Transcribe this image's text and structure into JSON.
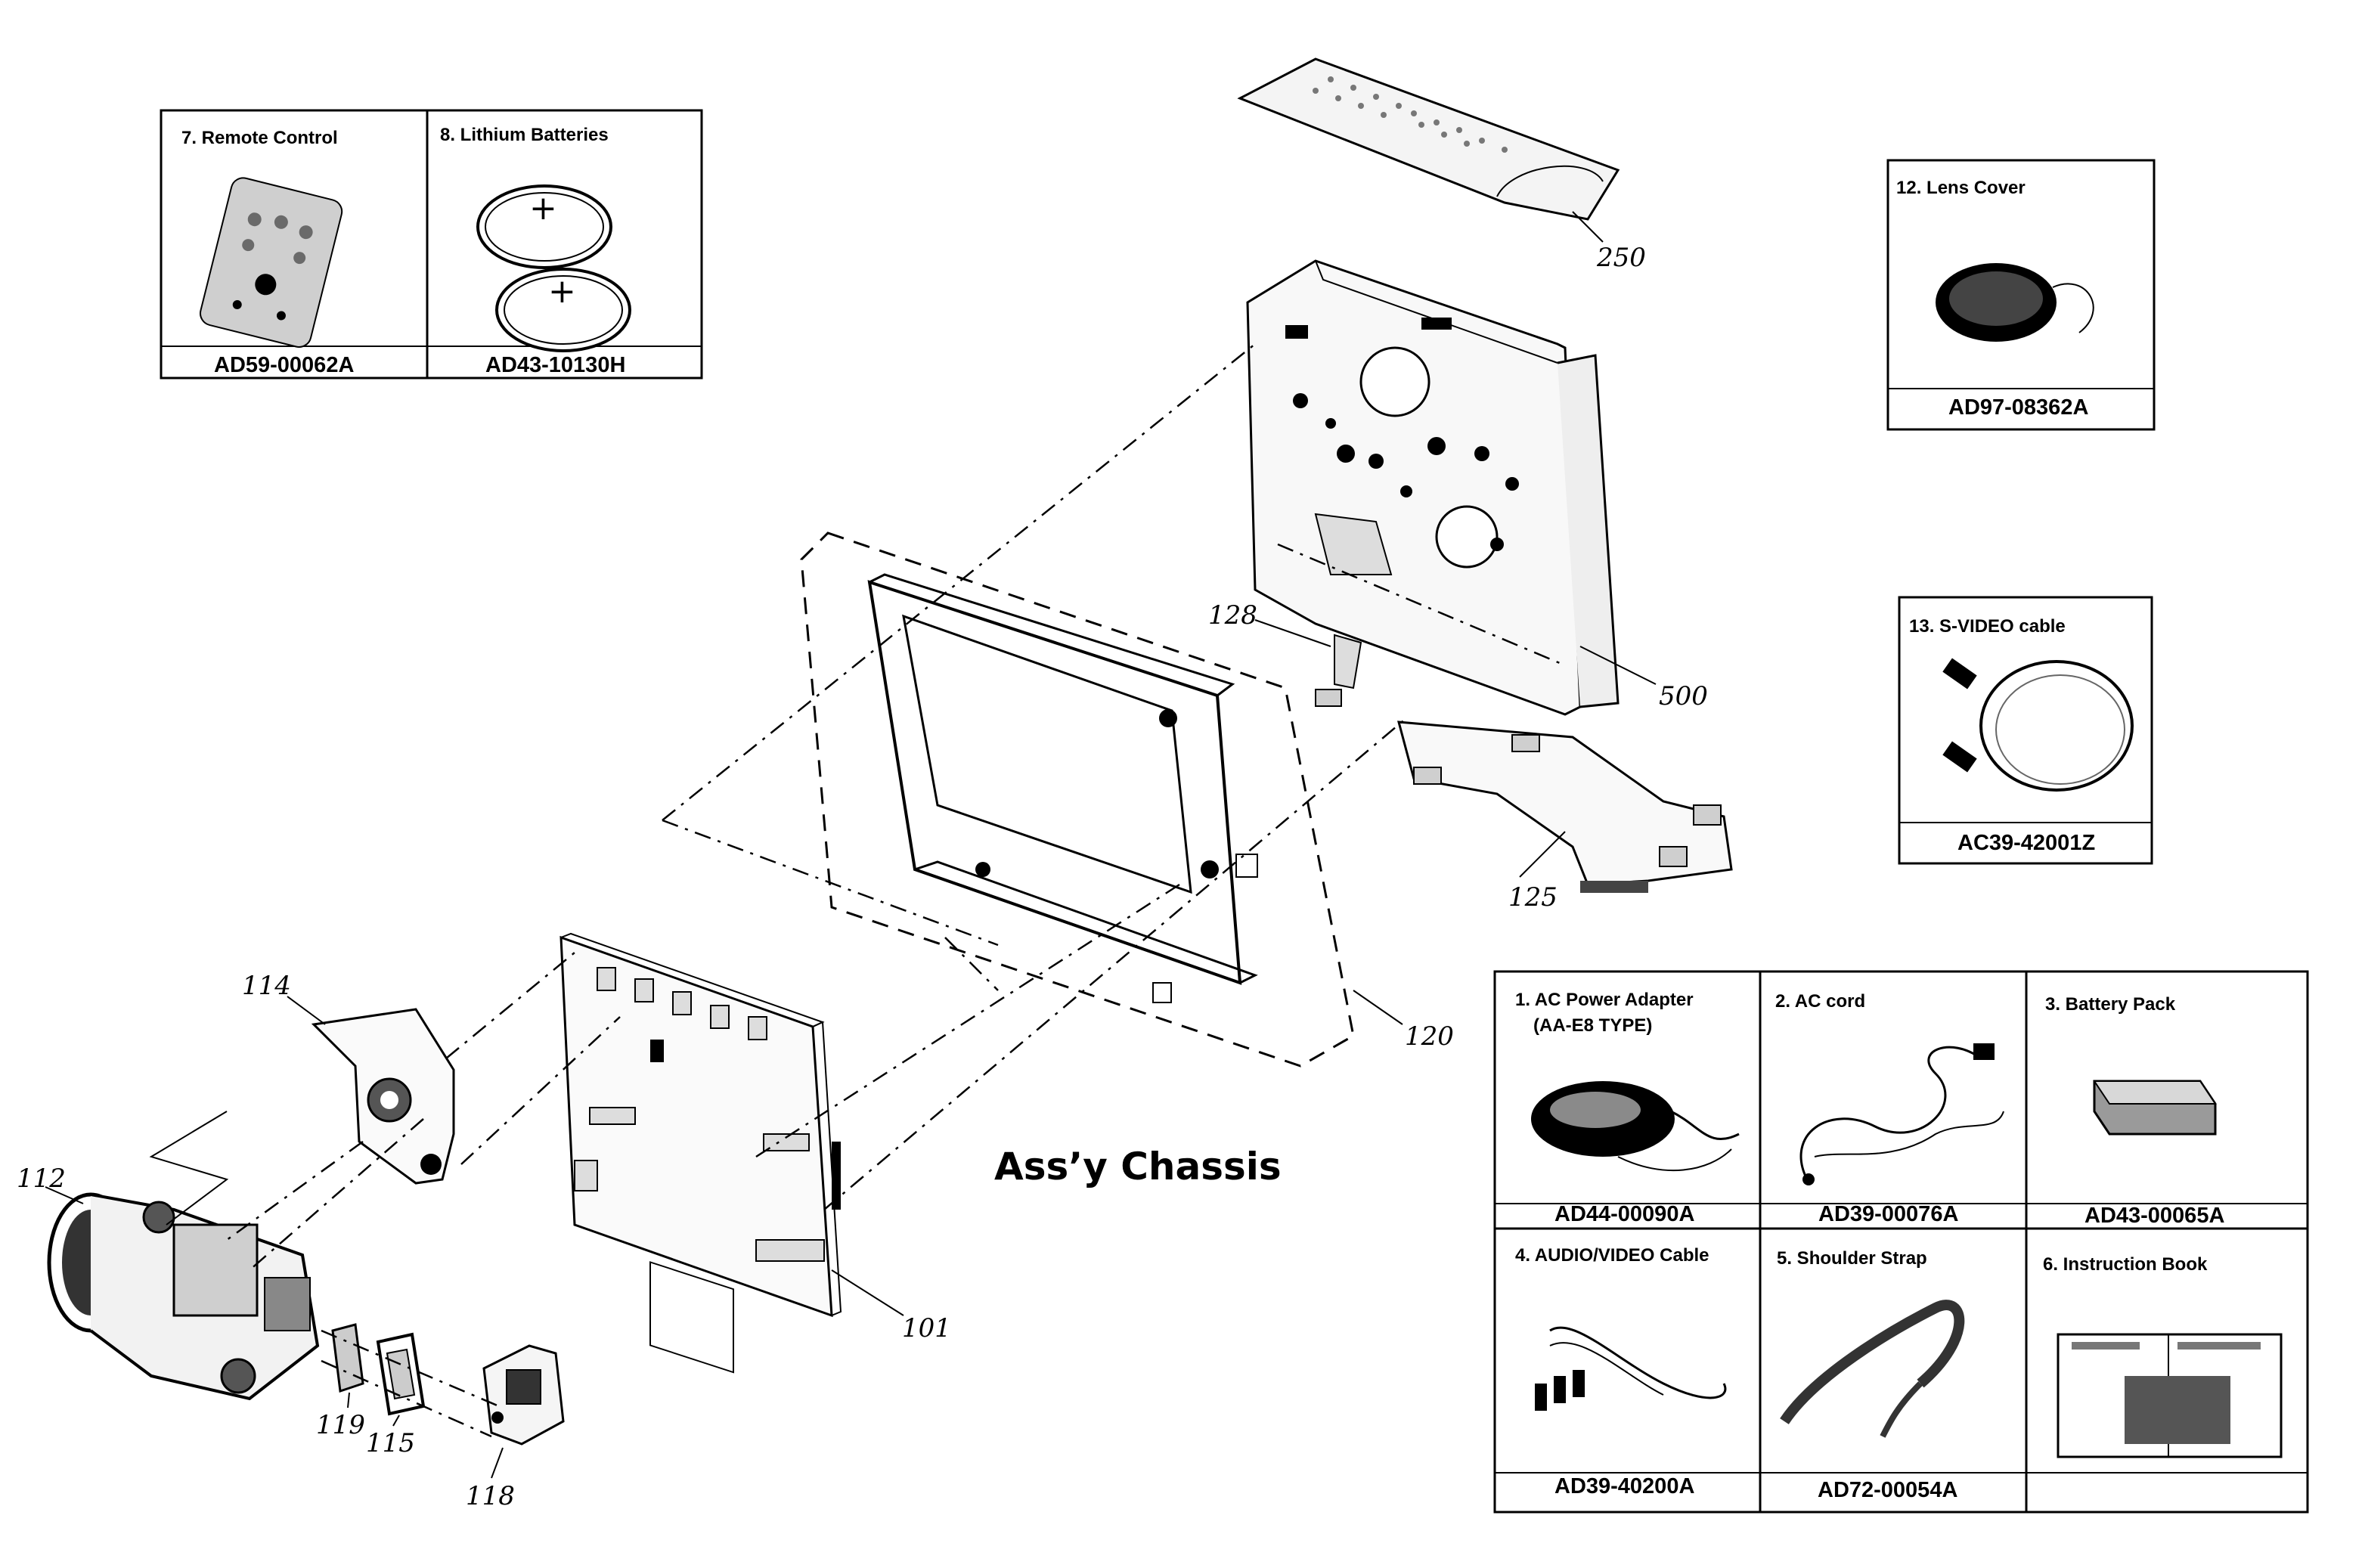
{
  "accessory_boxes": [
    {
      "id": "remote",
      "title": "7. Remote Control",
      "code": "AD59-00062A",
      "icon": "remote-control-icon"
    },
    {
      "id": "batteries",
      "title": "8. Lithium Batteries",
      "code": "AD43-10130H",
      "icon": "lithium-battery-icon"
    },
    {
      "id": "lenscover",
      "title": "12. Lens Cover",
      "code": "AD97-08362A",
      "icon": "lens-cover-icon"
    },
    {
      "id": "svideo",
      "title": "13. S-VIDEO cable",
      "code": "AC39-42001Z",
      "icon": "svideo-cable-icon"
    },
    {
      "id": "adapter",
      "title": "1. AC Power Adapter",
      "title2": "(AA-E8 TYPE)",
      "code": "AD44-00090A",
      "icon": "ac-adapter-icon"
    },
    {
      "id": "accord",
      "title": "2. AC cord",
      "code": "AD39-00076A",
      "icon": "ac-cord-icon"
    },
    {
      "id": "battpack",
      "title": "3. Battery Pack",
      "code": "AD43-00065A",
      "icon": "battery-pack-icon"
    },
    {
      "id": "avcable",
      "title": "4. AUDIO/VIDEO Cable",
      "code": "AD39-40200A",
      "icon": "av-cable-icon"
    },
    {
      "id": "strap",
      "title": "5. Shoulder Strap",
      "code": "AD72-00054A",
      "icon": "shoulder-strap-icon"
    },
    {
      "id": "manual",
      "title": "6. Instruction Book",
      "code": "",
      "icon": "instruction-book-icon"
    }
  ],
  "callouts": {
    "c250": "250",
    "c500": "500",
    "c128": "128",
    "c125": "125",
    "c120": "120",
    "c114": "114",
    "c112": "112",
    "c101": "101",
    "c119": "119",
    "c115": "115",
    "c118": "118"
  },
  "caption": "Ass’y Chassis"
}
